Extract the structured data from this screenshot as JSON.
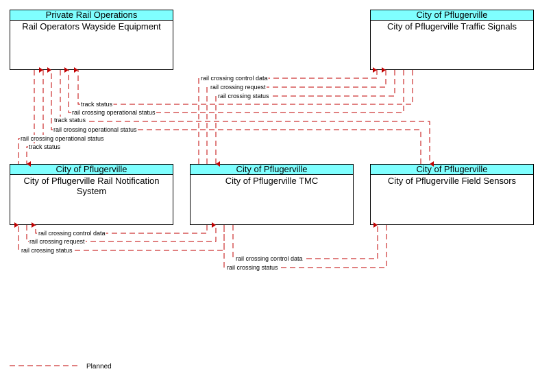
{
  "boxes": {
    "wayside": {
      "owner": "Private Rail Operations",
      "name": "Rail Operators Wayside Equipment"
    },
    "signals": {
      "owner": "City of Pflugerville",
      "name": "City of Pflugerville Traffic Signals"
    },
    "railnotif": {
      "owner": "City of Pflugerville",
      "name": "City of Pflugerville Rail Notification System"
    },
    "tmc": {
      "owner": "City of Pflugerville",
      "name": "City of Pflugerville TMC"
    },
    "sensors": {
      "owner": "City of Pflugerville",
      "name": "City of Pflugerville Field Sensors"
    }
  },
  "flows": [
    {
      "label": "rail crossing control data"
    },
    {
      "label": "rail crossing request"
    },
    {
      "label": "rail crossing status"
    },
    {
      "label": "track status"
    },
    {
      "label": "rail crossing operational status"
    },
    {
      "label": "track status"
    },
    {
      "label": "rail crossing operational status"
    },
    {
      "label": "rail crossing operational status"
    },
    {
      "label": "track status"
    },
    {
      "label": "rail crossing control data"
    },
    {
      "label": "rail crossing request"
    },
    {
      "label": "rail crossing status"
    },
    {
      "label": "rail crossing control data"
    },
    {
      "label": "rail crossing status"
    }
  ],
  "legend": {
    "label": "Planned"
  },
  "colors": {
    "flow": "#c00000",
    "header": "#7fffff"
  }
}
